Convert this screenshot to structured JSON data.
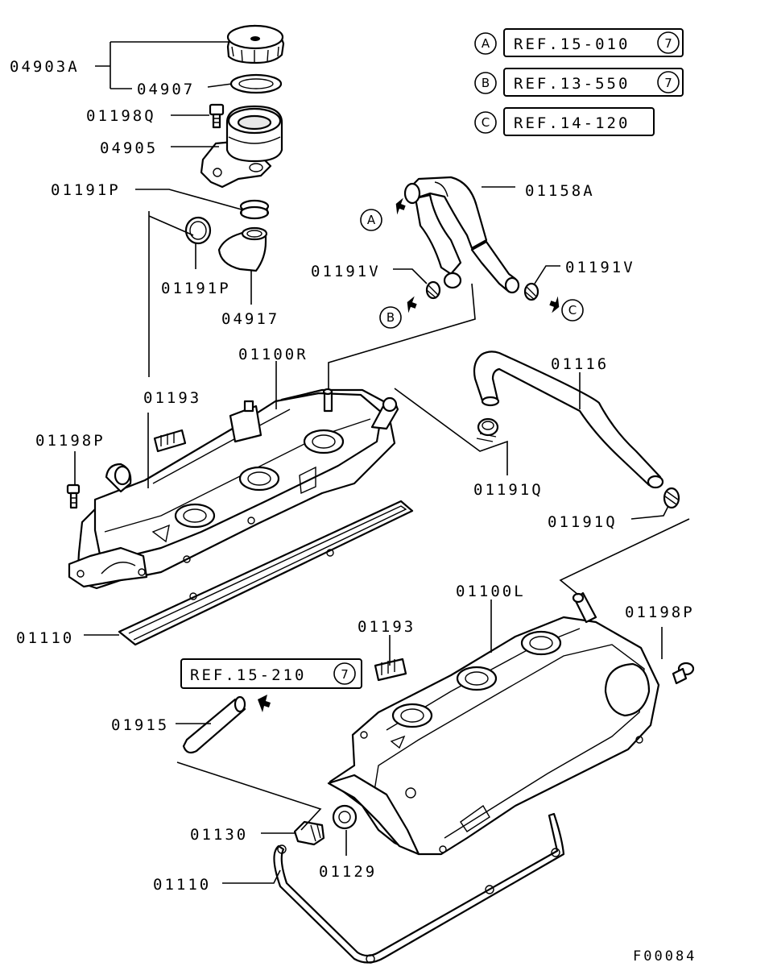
{
  "figure_code": "F00084",
  "references": [
    {
      "marker": "A",
      "text": "REF.15-010",
      "group": "7"
    },
    {
      "marker": "B",
      "text": "REF.13-550",
      "group": "7"
    },
    {
      "marker": "C",
      "text": "REF.14-120",
      "group": ""
    }
  ],
  "inline_reference": {
    "text": "REF.15-210",
    "group": "7"
  },
  "connector_markers": {
    "a": "A",
    "b": "B",
    "c": "C"
  },
  "labels": {
    "p04903A": "04903A",
    "p04907": "04907",
    "p01198Q": "01198Q",
    "p04905": "04905",
    "p01191P_top": "01191P",
    "p01191P_bottom": "01191P",
    "p04917": "04917",
    "p01158A": "01158A",
    "p01191V_left": "01191V",
    "p01191V_right": "01191V",
    "p01100R": "01100R",
    "p01116": "01116",
    "p01193_top": "01193",
    "p01198P_left": "01198P",
    "p01191Q_mid": "01191Q",
    "p01191Q_right": "01191Q",
    "p01100L": "01100L",
    "p01110_top": "01110",
    "p01193_bottom": "01193",
    "p01198P_right": "01198P",
    "p01915": "01915",
    "p01130": "01130",
    "p01129": "01129",
    "p01110_bottom": "01110"
  }
}
